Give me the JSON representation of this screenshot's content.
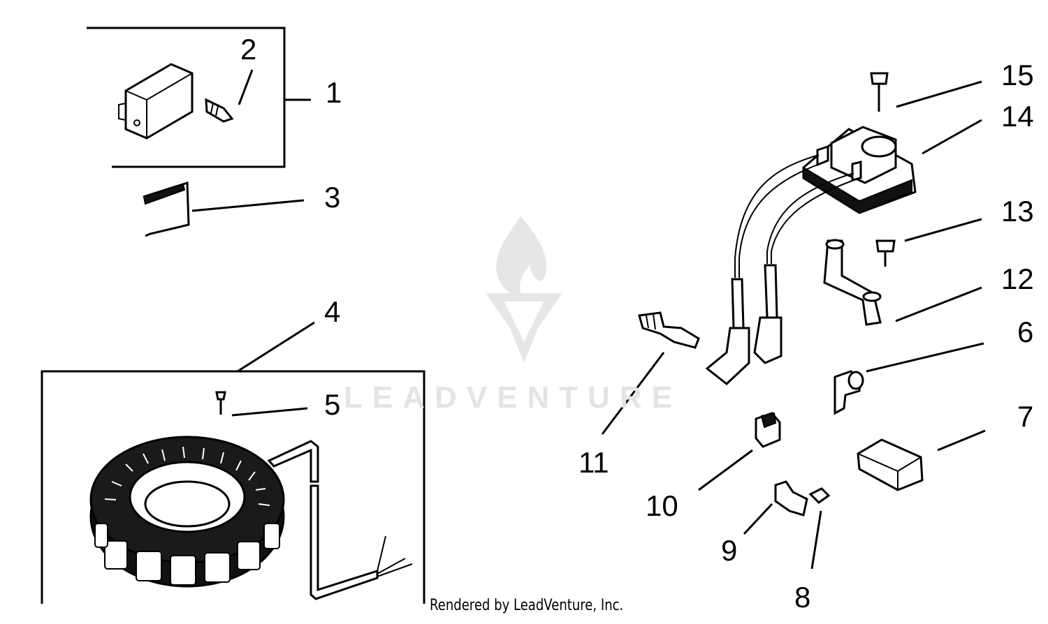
{
  "callouts": {
    "c1": "1",
    "c2": "2",
    "c3": "3",
    "c4": "4",
    "c5": "5",
    "c6": "6",
    "c7": "7",
    "c8": "8",
    "c9": "9",
    "c10": "10",
    "c11": "11",
    "c12": "12",
    "c13": "13",
    "c14": "14",
    "c15": "15"
  },
  "watermark": {
    "text": "LEADVENTURE",
    "icon": "leadventure-flame-logo"
  },
  "credit": "Rendered by LeadVenture, Inc.",
  "colors": {
    "ink": "#000000",
    "watermark": "#e4e4e4",
    "background": "#ffffff"
  }
}
